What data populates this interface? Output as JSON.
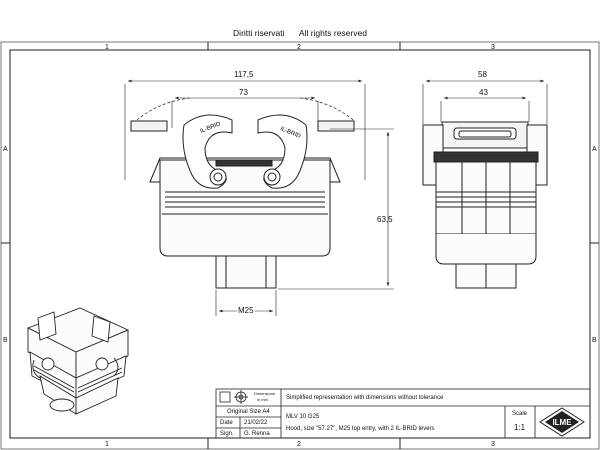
{
  "header": {
    "rights_it": "Diritti riservati",
    "rights_en": "All rights reserved"
  },
  "zones": {
    "cols": [
      "1",
      "2",
      "3"
    ],
    "rows": [
      "A",
      "B"
    ]
  },
  "dimensions": {
    "front_overall_width": "117,5",
    "front_lever_width": "73",
    "front_height": "63,5",
    "front_thread": "M25",
    "side_overall_width": "58",
    "side_inner_width": "43"
  },
  "lever_text": "IL-BRID",
  "title_block": {
    "symbol_label_1": "Dimensions",
    "symbol_label_2": "in mm",
    "note": "Simplified representation with dimensions without tolerance",
    "original_size": "Original Size A4",
    "date_label": "Date",
    "date_value": "21/02/22",
    "sign_label": "Sign.",
    "sign_value": "G. Renna",
    "part_code": "MLV 10 G25",
    "description": "Hood, size \"57.27\", M25 top entry, with 2 IL-BRID levers",
    "scale_label": "Scale",
    "scale_value": "1:1",
    "logo_text": "ILME"
  },
  "colors": {
    "line": "#222222",
    "fill": "#f2f2f2"
  }
}
